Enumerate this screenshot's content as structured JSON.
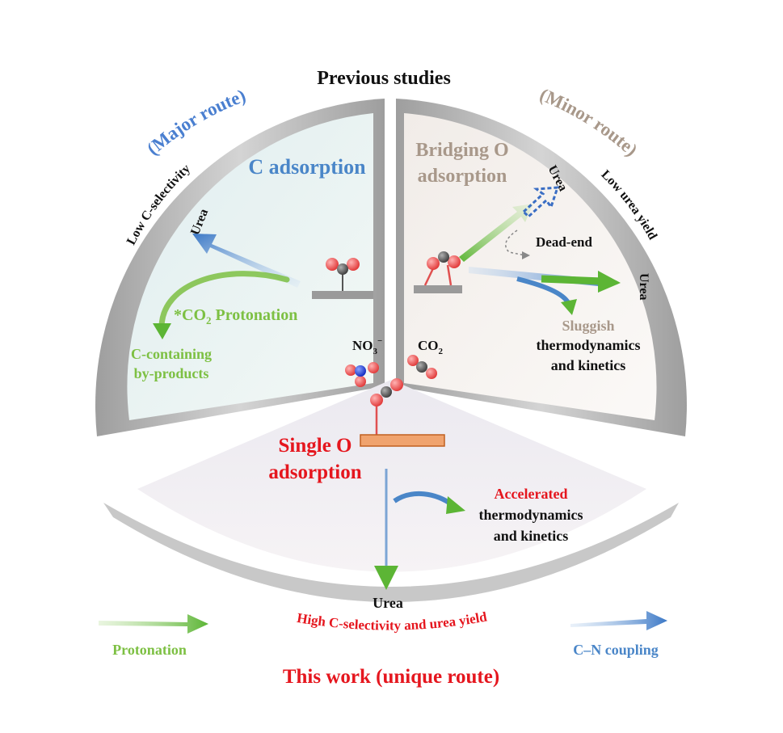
{
  "header": {
    "title": "Previous studies"
  },
  "major": {
    "label": "(Major route)",
    "side_label": "Low C-selectivity",
    "title": "C adsorption",
    "urea": "Urea",
    "protonation_a": "*CO",
    "protonation_sub": "2",
    "protonation_b": " Protonation",
    "byproduct_1": "C-containing",
    "byproduct_2": "by-products"
  },
  "minor": {
    "label": "(Minor route)",
    "side_label": "Low urea yield",
    "title_1": "Bridging O",
    "title_2": "adsorption",
    "urea_top": "Urea",
    "dead_end": "Dead-end",
    "urea_right": "Urea",
    "sluggish": "Sluggish",
    "thermo_1": "thermodynamics",
    "thermo_2": "and kinetics"
  },
  "center": {
    "no3_a": "NO",
    "no3_sub": "3",
    "no3_sup": "−",
    "co2_a": "CO",
    "co2_sub": "2"
  },
  "thiswork": {
    "title_1": "Single O",
    "title_2": "adsorption",
    "accelerated": "Accelerated",
    "thermo_1": "thermodynamics",
    "thermo_2": "and kinetics",
    "urea": "Urea",
    "arc_label": "High C-selectivity and urea yield",
    "footer": "This work (unique route)"
  },
  "legend": {
    "protonation": "Protonation",
    "cn_coupling": "C–N coupling"
  },
  "colors": {
    "red": "#e5161e",
    "blue": "#4a86c8",
    "green": "#7dc043",
    "brown": "#a8988a",
    "orange": "#f0a36e",
    "gray_rim": "#bfbfbf"
  }
}
